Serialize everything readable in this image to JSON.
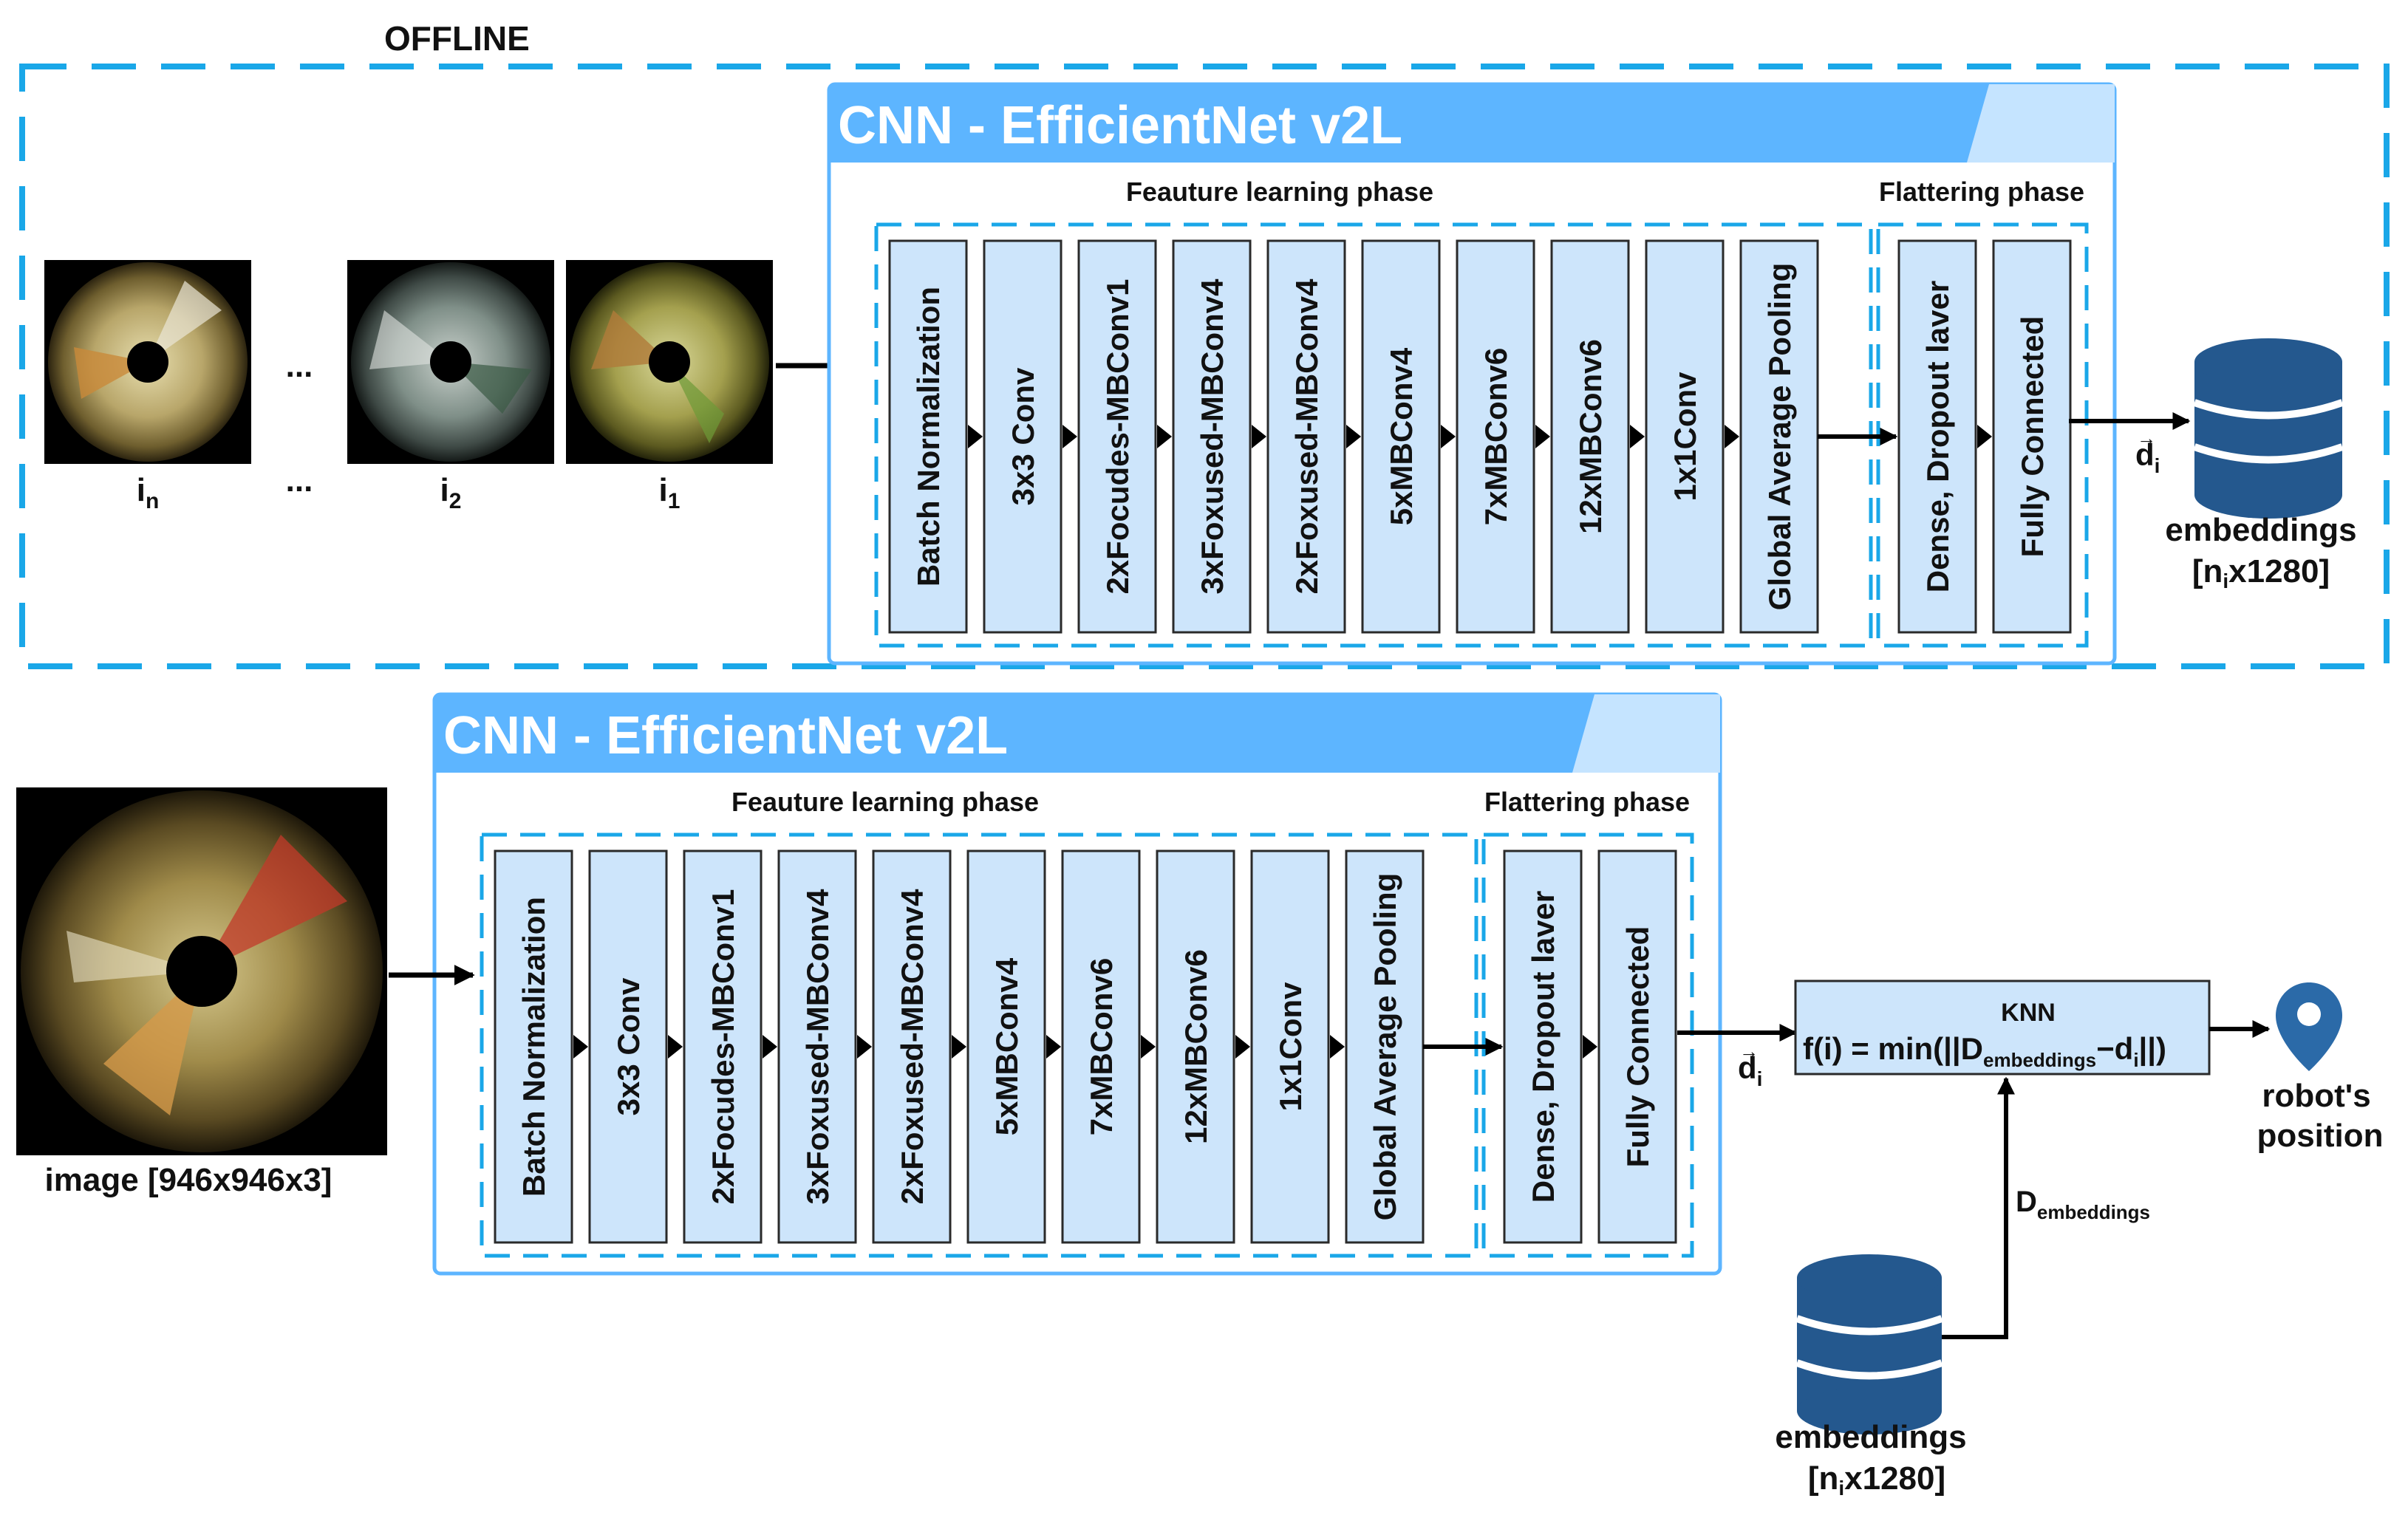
{
  "offline": {
    "label": "OFFLINE",
    "image_labels": [
      {
        "base": "i",
        "sub": "n"
      },
      {
        "base": "i",
        "sub": "2"
      },
      {
        "base": "i",
        "sub": "1"
      }
    ],
    "ellipsis": "..."
  },
  "cnn": {
    "title": "CNN - EfficientNet v2L",
    "feature_phase": "Feauture learning phase",
    "flatten_phase": "Flattering phase",
    "feature_blocks": [
      "Batch Normalization",
      "3x3 Conv",
      "2xFocudes-MBConv1",
      "3xFoxused-MBConv4",
      "2xFoxused-MBConv4",
      "5xMBConv4",
      "7xMBConv6",
      "12xMBConv6",
      "1x1Conv",
      "Global Average Pooling"
    ],
    "flatten_blocks": [
      "Dense, Dropout laver",
      "Fully Connected"
    ]
  },
  "vector_label": {
    "base": "d",
    "sub": "i"
  },
  "embeddings": {
    "label": "embeddings",
    "shape_open": "[n",
    "shape_sub": "i",
    "shape_close": "x1280]"
  },
  "online": {
    "image_label": "image [946x946x3]"
  },
  "knn": {
    "title": "KNN",
    "formula_start": "f(i) = min(||D",
    "formula_sub": "embeddings",
    "formula_mid": "−d",
    "formula_sub2": "i",
    "formula_end": "||)"
  },
  "d_embeddings": {
    "base": "D",
    "sub": "embeddings"
  },
  "robot": {
    "line1": "robot's",
    "line2": "position"
  },
  "colors": {
    "accent": "#1aa7e8",
    "header": "#5db5ff",
    "header_light": "#c5e4ff",
    "block_fill": "#cde5fb",
    "block_stroke": "#2a2a2a",
    "db": "#24588e",
    "pin": "#2b6aa8"
  }
}
